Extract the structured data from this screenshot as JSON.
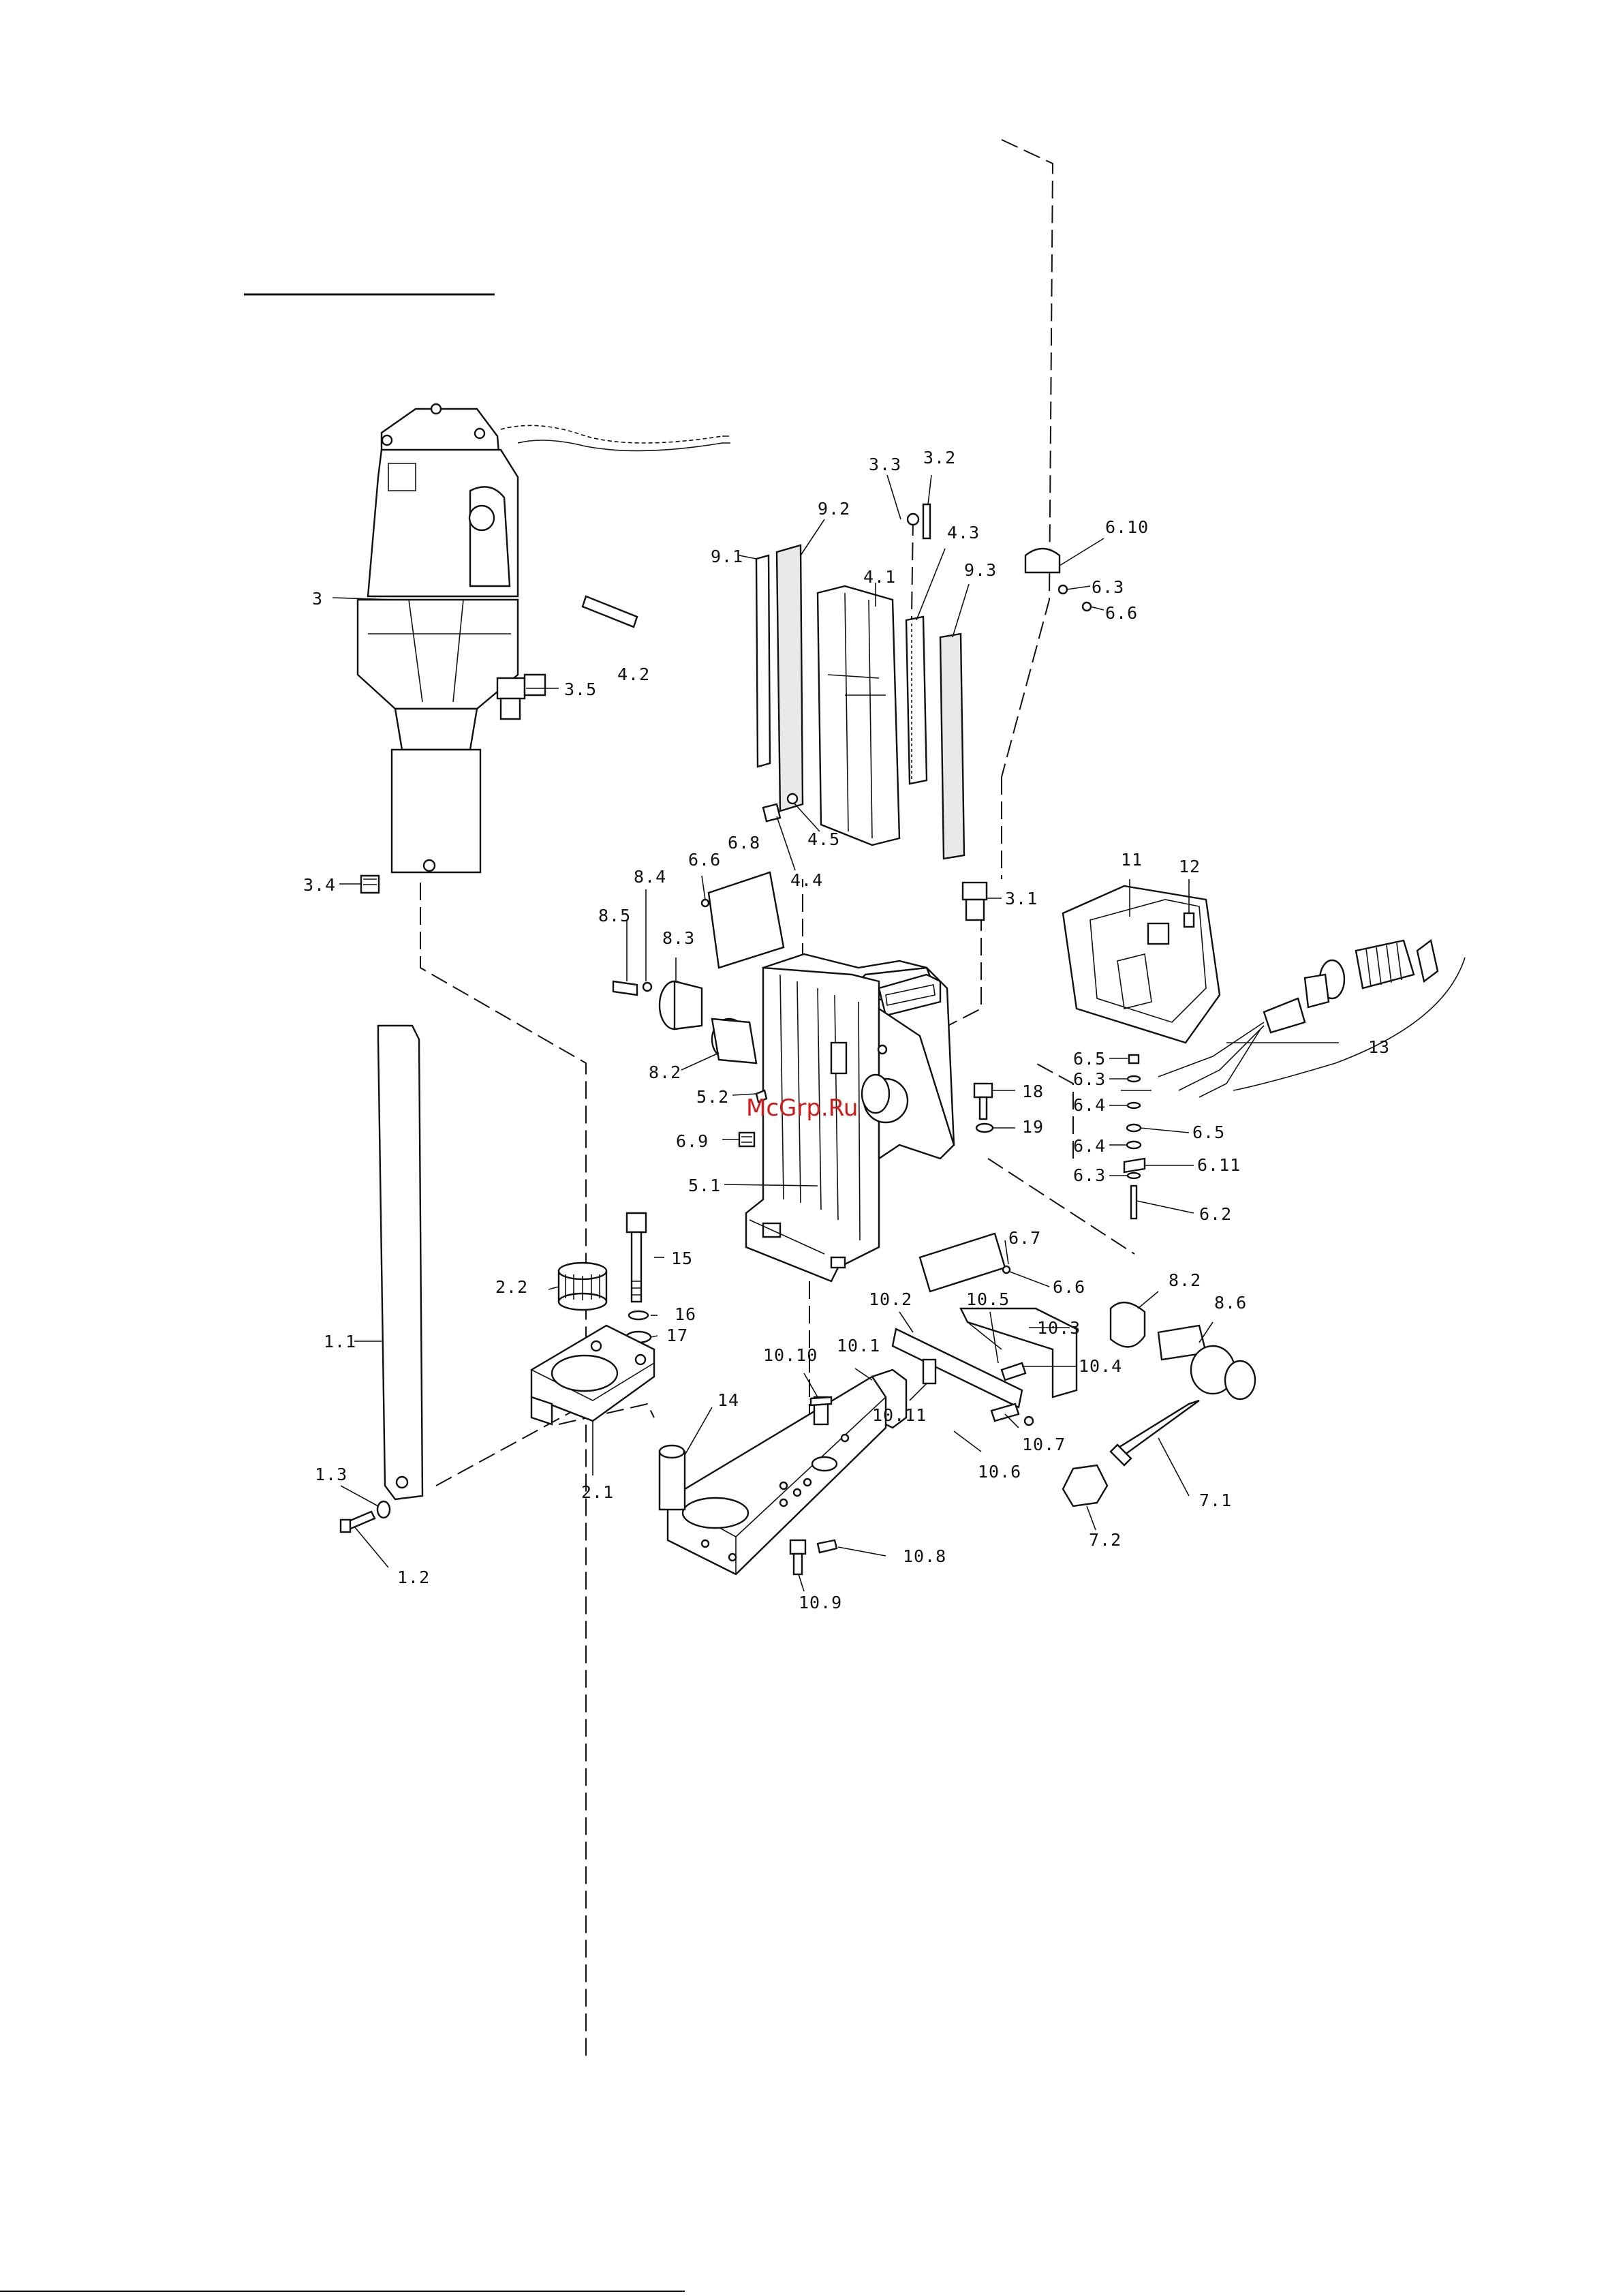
{
  "watermark": "McGrp.Ru",
  "part_labels": {
    "p3": "3",
    "p3_5": "3.5",
    "p3_4": "3.4",
    "p4_2": "4.2",
    "p3_3": "3.3",
    "p3_2": "3.2",
    "p9_2": "9.2",
    "p9_1": "9.1",
    "p4_3": "4.3",
    "p4_1": "4.1",
    "p9_3": "9.3",
    "p6_10": "6.10",
    "p6_3a": "6.3",
    "p6_6a": "6.6",
    "p4_5": "4.5",
    "p4_4": "4.4",
    "p6_6b": "6.6",
    "p6_8": "6.8",
    "p8_4": "8.4",
    "p8_5": "8.5",
    "p8_3": "8.3",
    "p8_2a": "8.2",
    "p5_2": "5.2",
    "p6_9": "6.9",
    "p5_1": "5.1",
    "p3_1": "3.1",
    "p11": "11",
    "p12": "12",
    "p13": "13",
    "p6_5a": "6.5",
    "p6_3b": "6.3",
    "p6_4a": "6.4",
    "p6_4b": "6.4",
    "p6_3c": "6.3",
    "p6_5b": "6.5",
    "p6_11": "6.11",
    "p6_2": "6.2",
    "p18": "18",
    "p19": "19",
    "p6_7": "6.7",
    "p6_6c": "6.6",
    "p8_2b": "8.2",
    "p8_6": "8.6",
    "p10_2": "10.2",
    "p10_5": "10.5",
    "p10_3": "10.3",
    "p10_4": "10.4",
    "p10_1": "10.1",
    "p10_10": "10.10",
    "p10_11": "10.11",
    "p10_7": "10.7",
    "p10_6": "10.6",
    "p14": "14",
    "p15": "15",
    "p16": "16",
    "p17": "17",
    "p2_2": "2.2",
    "p2_1": "2.1",
    "p1_1": "1.1",
    "p1_3": "1.3",
    "p1_2": "1.2",
    "p10_8": "10.8",
    "p10_9": "10.9",
    "p7_1": "7.1",
    "p7_2": "7.2"
  }
}
